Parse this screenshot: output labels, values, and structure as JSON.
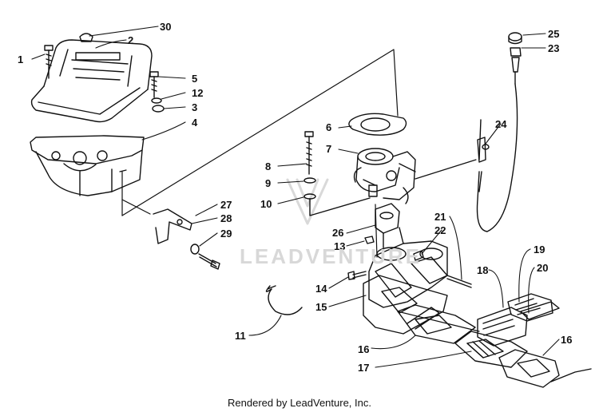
{
  "credit": "Rendered by LeadVenture, Inc.",
  "watermark": "LEADVENTURE",
  "callouts": [
    "1",
    "2",
    "3",
    "4",
    "5",
    "6",
    "7",
    "8",
    "9",
    "10",
    "11",
    "12",
    "13",
    "14",
    "15",
    "16",
    "16",
    "17",
    "18",
    "19",
    "20",
    "21",
    "22",
    "23",
    "24",
    "25",
    "26",
    "27",
    "28",
    "29",
    "30"
  ],
  "colors": {
    "line": "#111111",
    "watermark": "#d8d8d8"
  }
}
